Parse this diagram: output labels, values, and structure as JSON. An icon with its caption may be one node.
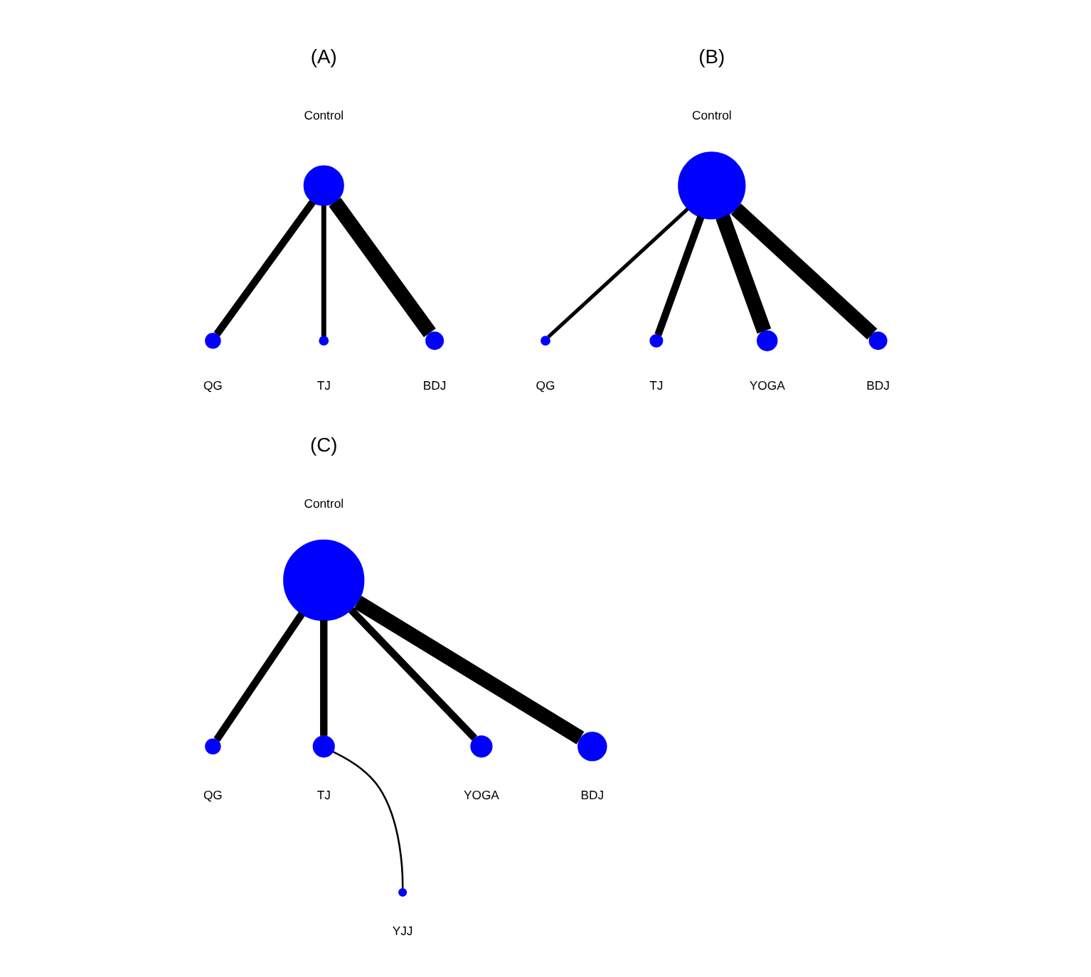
{
  "diagram": {
    "nodes": [
      {
        "text": [],
        "shape": "circle",
        "beside": [
          "Control"
        ]
      },
      {
        "text": [],
        "shape": "circle",
        "beside": [
          "QG"
        ]
      },
      {
        "text": [],
        "shape": "circle",
        "beside": [
          "BDJ"
        ]
      },
      {
        "text": [],
        "shape": "circle",
        "beside": [
          "TJ"
        ]
      },
      {
        "text": [],
        "shape": "circle",
        "beside": [
          "Control"
        ]
      },
      {
        "text": [],
        "shape": "circle",
        "beside": [
          "QG"
        ]
      },
      {
        "text": [],
        "shape": "circle",
        "beside": [
          "BDJ"
        ]
      },
      {
        "text": [],
        "shape": "circle",
        "beside": [
          "TJ"
        ]
      },
      {
        "text": [],
        "shape": "circle",
        "beside": [
          "YOGA"
        ]
      },
      {
        "text": [],
        "shape": "circle",
        "beside": [
          "Control"
        ]
      },
      {
        "text": [],
        "shape": "circle",
        "beside": [
          "QG"
        ]
      },
      {
        "text": [],
        "shape": "circle",
        "beside": [
          "TJ"
        ]
      },
      {
        "text": [],
        "shape": "circle",
        "beside": [
          "BDJ"
        ]
      },
      {
        "text": [],
        "shape": "circle",
        "beside": [
          "YOGA"
        ]
      },
      {
        "text": [],
        "shape": "circle",
        "beside": [
          "YJJ"
        ]
      }
    ],
    "edges": [
      {
        "from": 0,
        "to": 1,
        "arrow": "none"
      },
      {
        "from": 0,
        "to": 3,
        "arrow": "none"
      },
      {
        "from": 0,
        "to": 2,
        "arrow": "none",
        "style": "thick"
      },
      {
        "from": 4,
        "to": 5,
        "arrow": "none"
      },
      {
        "from": 4,
        "to": 7,
        "arrow": "none"
      },
      {
        "from": 4,
        "to": 8,
        "arrow": "none",
        "style": "thick"
      },
      {
        "from": 4,
        "to": 6,
        "arrow": "none",
        "style": "thick"
      },
      {
        "from": 9,
        "to": 10,
        "arrow": "none"
      },
      {
        "from": 9,
        "to": 11,
        "arrow": "none"
      },
      {
        "from": 9,
        "to": 13,
        "arrow": "none"
      },
      {
        "from": 9,
        "to": 12,
        "arrow": "none",
        "style": "thick"
      },
      {
        "from": 11,
        "to": 14,
        "arrow": "none"
      }
    ],
    "labels": [
      "(A)",
      "(B)",
      "(C)"
    ]
  }
}
